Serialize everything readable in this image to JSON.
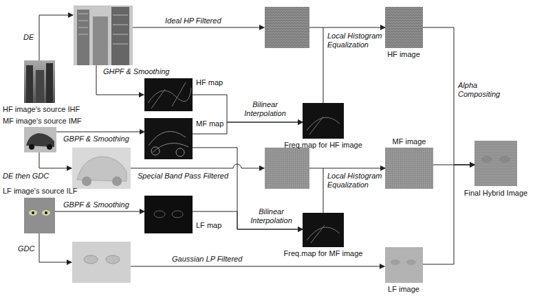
{
  "diagram": {
    "nodes": [
      {
        "text": [
          "HF image's source IHF"
        ]
      },
      {
        "text": [
          "HF map"
        ]
      },
      {
        "text": [
          "MF image's source IMF"
        ]
      },
      {
        "text": [
          "MF map"
        ]
      },
      {
        "text": [
          "LF image's source ILF"
        ]
      },
      {
        "text": [
          "LF map"
        ]
      },
      {
        "text": [
          "Freq.map for HF image"
        ]
      },
      {
        "text": [
          "Freq.map for MF image"
        ]
      },
      {
        "text": [
          "HF image"
        ]
      },
      {
        "text": [
          "MF image"
        ]
      },
      {
        "text": [
          "LF image"
        ]
      },
      {
        "text": [
          "Final Hybrid Image"
        ]
      }
    ],
    "edges": [
      {
        "from": 2,
        "to": 3,
        "arrow": "to",
        "label": "GBPF & Smoothing"
      },
      {
        "from": 4,
        "to": 5,
        "arrow": "to",
        "label": "GBPF & Smoothing"
      },
      {
        "from": 1,
        "to": 6,
        "arrow": "to",
        "label": "Bilinear Interpolation"
      },
      {
        "from": 3,
        "to": 6,
        "arrow": "to"
      },
      {
        "from": 3,
        "to": 7,
        "arrow": "to",
        "label": "Bilinear Interpolation"
      },
      {
        "from": 5,
        "to": 7,
        "arrow": "to"
      },
      {
        "from": 6,
        "to": 8,
        "arrow": "to",
        "label": "Local Histogram Equalization"
      },
      {
        "from": 7,
        "to": 9,
        "arrow": "to",
        "label": "Local Histogram Equalization"
      },
      {
        "from": 8,
        "to": 11,
        "arrow": "to",
        "label": "Alpha Compositing"
      },
      {
        "from": 9,
        "to": 11,
        "arrow": "to"
      },
      {
        "from": 10,
        "to": 11,
        "arrow": "to"
      }
    ],
    "labels": [
      "DE",
      "Ideal HP Filtered",
      "GHPF & Smoothing",
      "DE then GDC",
      "Special Band Pass Filtered",
      "GDC",
      "Gaussian LP Filtered"
    ]
  }
}
